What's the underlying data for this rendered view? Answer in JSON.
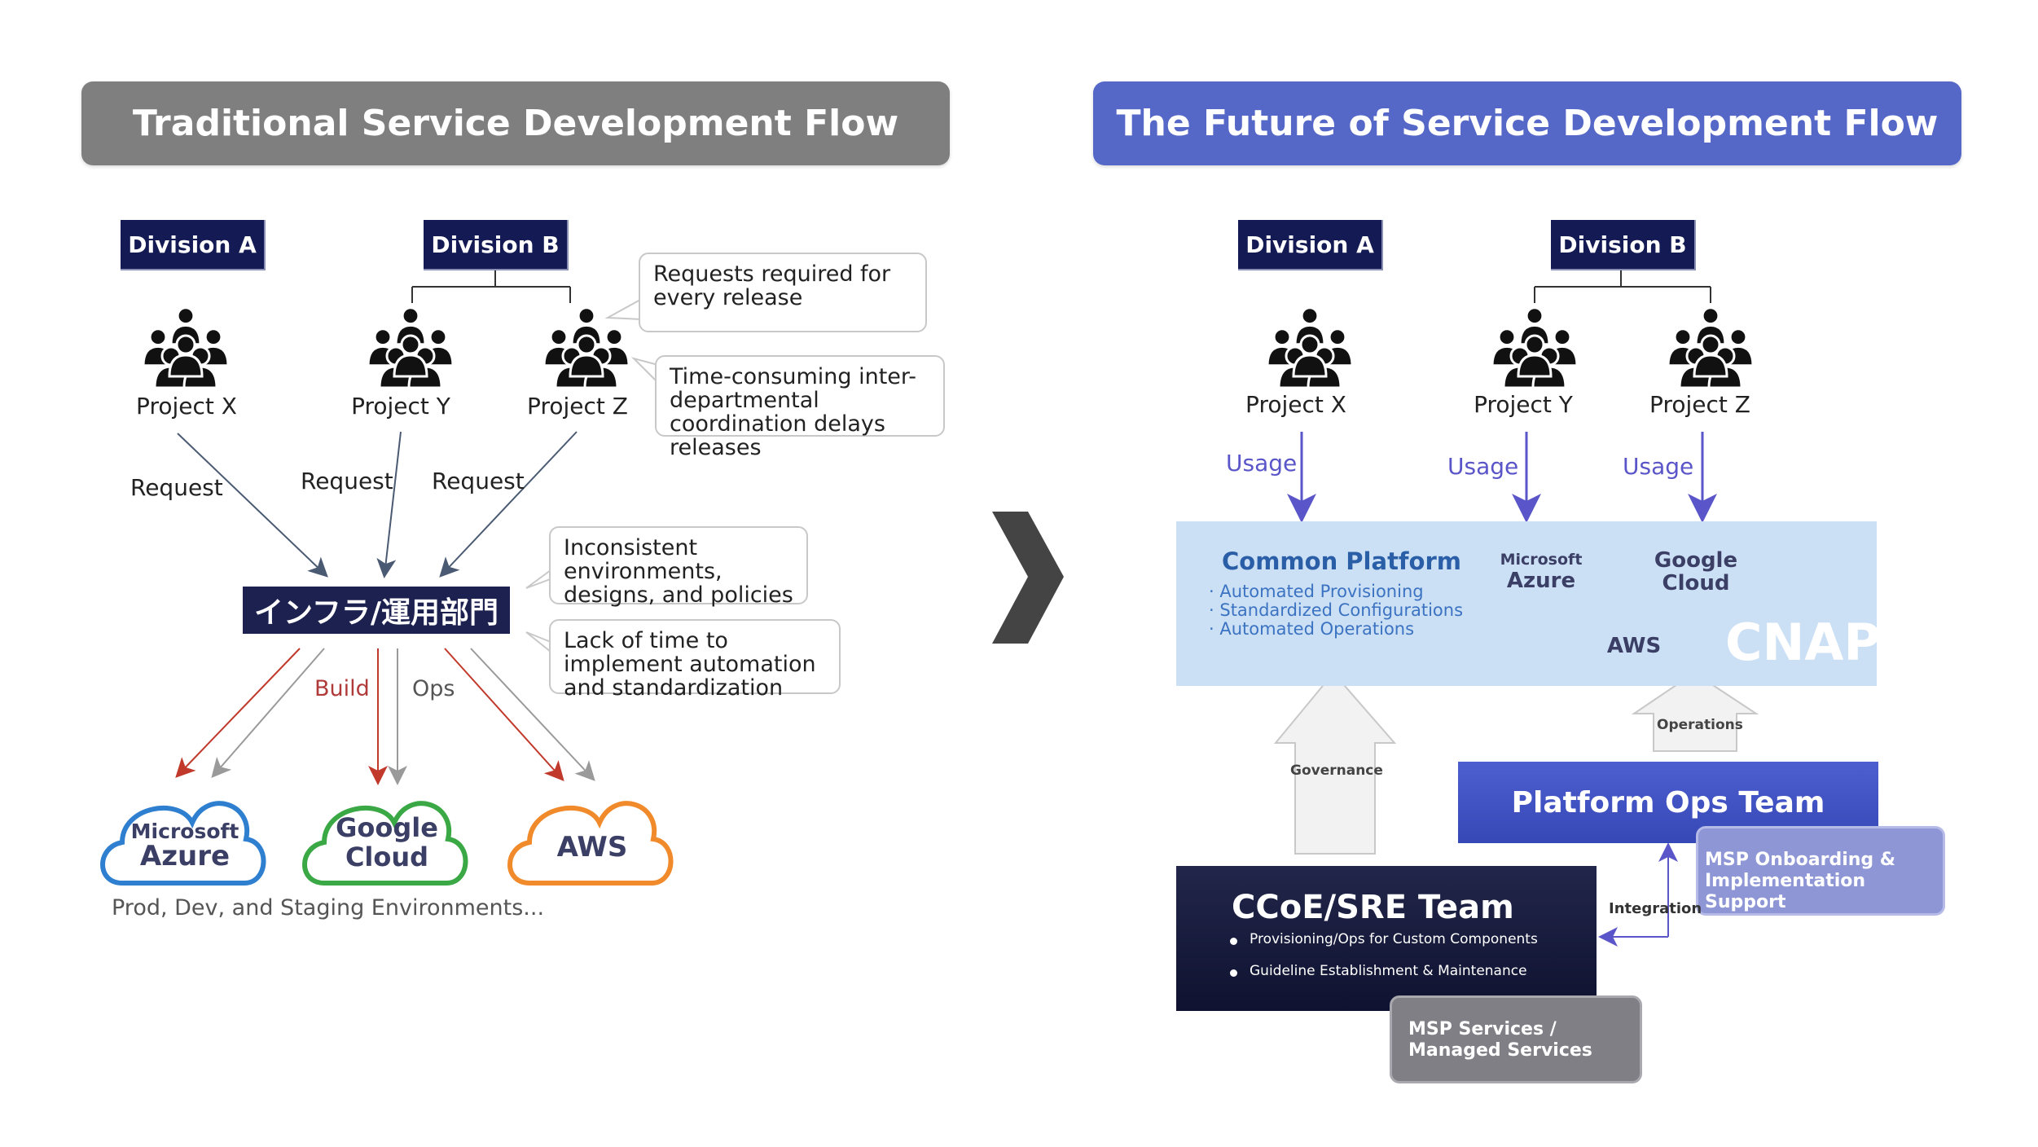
{
  "left_panel": {
    "title": "Traditional Service Development Flow",
    "divisions": [
      "Division A",
      "Division B"
    ],
    "projects": [
      "Project X",
      "Project Y",
      "Project Z"
    ],
    "request_labels": [
      "Request",
      "Request",
      "Request"
    ],
    "callouts": [
      "Requests required for every release",
      "Time-consuming inter-departmental coordination delays releases",
      "Inconsistent environments, designs, and policies",
      "Lack of time to implement automation and standardization"
    ],
    "infra_team": "インフラ/運用部門",
    "build_label": "Build",
    "ops_label": "Ops",
    "clouds": {
      "azure": [
        "Microsoft",
        "Azure"
      ],
      "google": [
        "Google",
        "Cloud"
      ],
      "aws": "AWS"
    },
    "environments": "Prod, Dev, and Staging Environments..."
  },
  "separator_icon": "chevron-right-icon",
  "right_panel": {
    "title": "The Future of Service Development Flow",
    "divisions": [
      "Division A",
      "Division B"
    ],
    "projects": [
      "Project X",
      "Project Y",
      "Project Z"
    ],
    "usage_labels": [
      "Usage",
      "Usage",
      "Usage"
    ],
    "common_platform": {
      "title": "Common Platform",
      "items": [
        "Automated Provisioning",
        "Standardized Configurations",
        "Automated Operations"
      ]
    },
    "clouds": {
      "azure": [
        "Microsoft",
        "Azure"
      ],
      "google": [
        "Google",
        "Cloud"
      ],
      "aws": "AWS"
    },
    "cnap": "CNAP",
    "governance": "Governance",
    "operations": "Operations",
    "platform_ops": "Platform Ops Team",
    "msp_onboarding": [
      "MSP Onboarding &",
      "Implementation Support"
    ],
    "integration": "Integration",
    "ccoe": {
      "title": "CCoE/SRE Team",
      "items": [
        "Provisioning/Ops for Custom Components",
        "Guideline Establishment & Maintenance"
      ]
    },
    "msp_services": [
      "MSP Services /",
      "Managed Services"
    ]
  },
  "colors": {
    "left_header": "#7f7f7f",
    "right_header": "#5567c7",
    "division": "#141a53",
    "request_arrow": "#4a5a72",
    "build_arrow": "#c0392b",
    "ops_arrow": "#9a9a9a",
    "usage_arrow": "#5a55c8",
    "azure": "#2f7fd0",
    "google": "#3aa845",
    "aws": "#f08a2b"
  }
}
